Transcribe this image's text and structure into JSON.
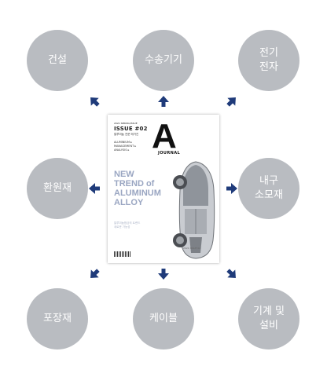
{
  "center": {
    "top_small": "2021 SPRING/ISSUE",
    "issue": "ISSUE #02",
    "subtitle": "알루미늄 전문 매거진",
    "sections": [
      "ALUMINIUM ▸",
      "MANAGEMENT ▸",
      "ANALYSIS ▸"
    ],
    "logo": "A",
    "logo_sub": "JOURNAL",
    "headline": "NEW\nTREND of\nALUMINUM\nALLOY",
    "tagline": "알루미늄합금의 트렌드\n새로운 가능성",
    "small_right": "2021 ISSUE 02"
  },
  "nodes": [
    {
      "id": "construction",
      "label": "건설"
    },
    {
      "id": "transport",
      "label": "수송기기"
    },
    {
      "id": "electronics",
      "label": "전기\n전자"
    },
    {
      "id": "recycling",
      "label": "환원재"
    },
    {
      "id": "durables",
      "label": "내구\n소모재"
    },
    {
      "id": "packaging",
      "label": "포장재"
    },
    {
      "id": "cable",
      "label": "케이블"
    },
    {
      "id": "machinery",
      "label": "기계 및\n설비"
    }
  ],
  "colors": {
    "node_fill": "#b9bcc1",
    "node_text": "#ffffff",
    "arrow": "#1f3b7a",
    "headline": "#9aa6c2"
  }
}
